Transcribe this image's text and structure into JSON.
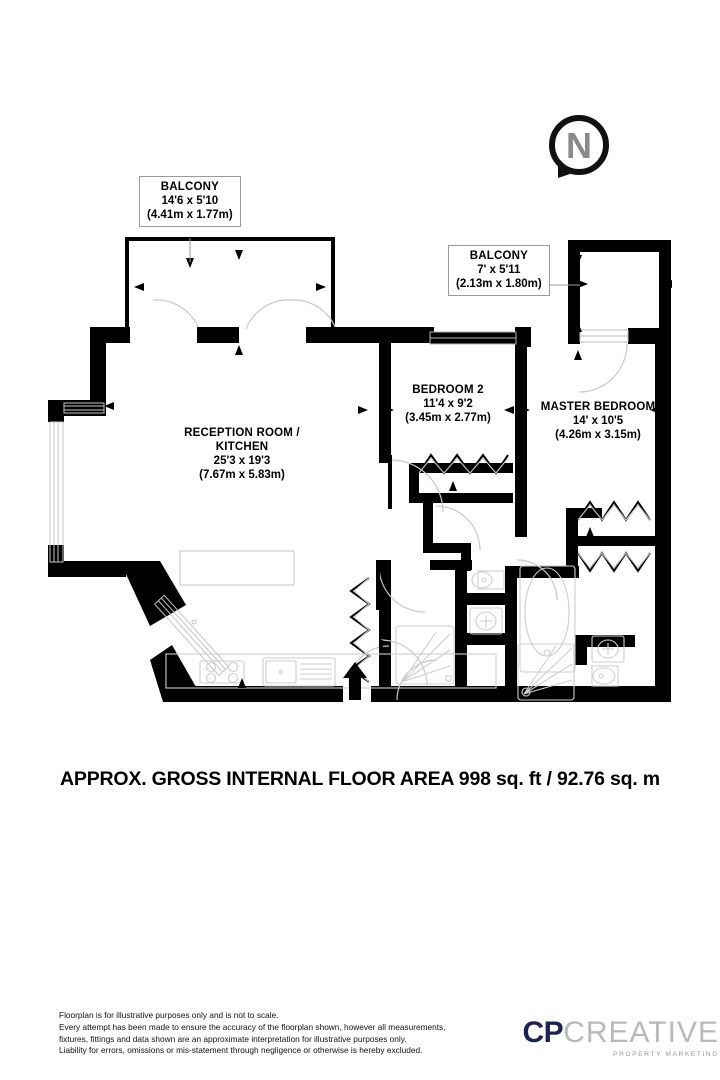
{
  "document": {
    "type": "floorplan",
    "area_statement": "APPROX. GROSS INTERNAL FLOOR AREA 998 sq. ft / 92.76 sq. m",
    "area_sqft": "998",
    "area_sqm": "92.76"
  },
  "compass": {
    "label": "N",
    "name": "north-indicator",
    "ring_color": "#111111",
    "letter_color": "#8a8a8a"
  },
  "rooms": [
    {
      "id": "balcony-1",
      "name": "BALCONY",
      "dim_imperial": "14'6 x 5'10",
      "dim_metric": "(4.41m x 1.77m)",
      "boxed": true
    },
    {
      "id": "balcony-2",
      "name": "BALCONY",
      "dim_imperial": "7' x 5'11",
      "dim_metric": "(2.13m x 1.80m)",
      "boxed": true
    },
    {
      "id": "reception-kitchen",
      "name": "RECEPTION ROOM /",
      "name2": "KITCHEN",
      "dim_imperial": "25'3 x 19'3",
      "dim_metric": "(7.67m x 5.83m)",
      "boxed": false
    },
    {
      "id": "bedroom-2",
      "name": "BEDROOM 2",
      "dim_imperial": "11'4 x 9'2",
      "dim_metric": "(3.45m x 2.77m)",
      "boxed": false
    },
    {
      "id": "master-bedroom",
      "name": "MASTER BEDROOM",
      "dim_imperial": "14' x 10'5",
      "dim_metric": "(4.26m x 3.15m)",
      "boxed": false
    }
  ],
  "disclaimer": {
    "line1": "Floorplan is for illustrative purposes only and is not to scale.",
    "line2": "Every attempt has been made to ensure the accuracy of the floorplan shown, however all measurements,",
    "line3": "fixtures, fittings and data shown are an approximate interpretation for illustrative purposes only.",
    "line4": "Liability for errors, omissions or mis-statement through negligence or otherwise is hereby excluded."
  },
  "logo": {
    "mark_bold": "CP",
    "mark_light": "CREATIVE",
    "tagline": "PROPERTY MARKETING",
    "bold_color": "#1f2150",
    "light_color": "#b9b9bd"
  },
  "colors": {
    "wall": "#000000",
    "fixture_outline": "#cfcfcf",
    "background": "#ffffff"
  }
}
